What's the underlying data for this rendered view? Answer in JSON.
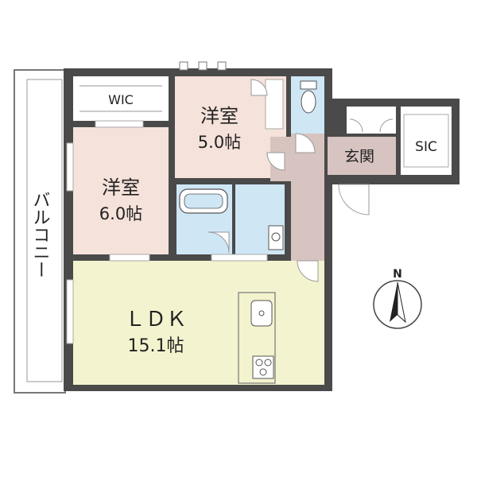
{
  "colors": {
    "wall": "#4a4a4a",
    "living": "#f3f3cf",
    "bedroom": "#f5e2da",
    "wet": "#cfe6f5",
    "entrance": "#d7c3bf",
    "closet": "#ffffff",
    "balcony": "#ffffff"
  },
  "rooms": {
    "ldk": {
      "name": "ＬＤＫ",
      "size": "15.1帖"
    },
    "bedroom_west": {
      "name": "洋室",
      "size": "6.0帖"
    },
    "bedroom_north": {
      "name": "洋室",
      "size": "5.0帖"
    },
    "wic": {
      "name": "WIC"
    },
    "entrance": {
      "name": "玄関"
    },
    "sic": {
      "name": "SIC"
    },
    "balcony": {
      "name": "バルコニー"
    }
  },
  "compass": {
    "label": "N"
  },
  "icons": [
    "toilet-icon",
    "bathtub-icon",
    "kitchen-sink-icon",
    "stove-icon",
    "compass-icon"
  ]
}
